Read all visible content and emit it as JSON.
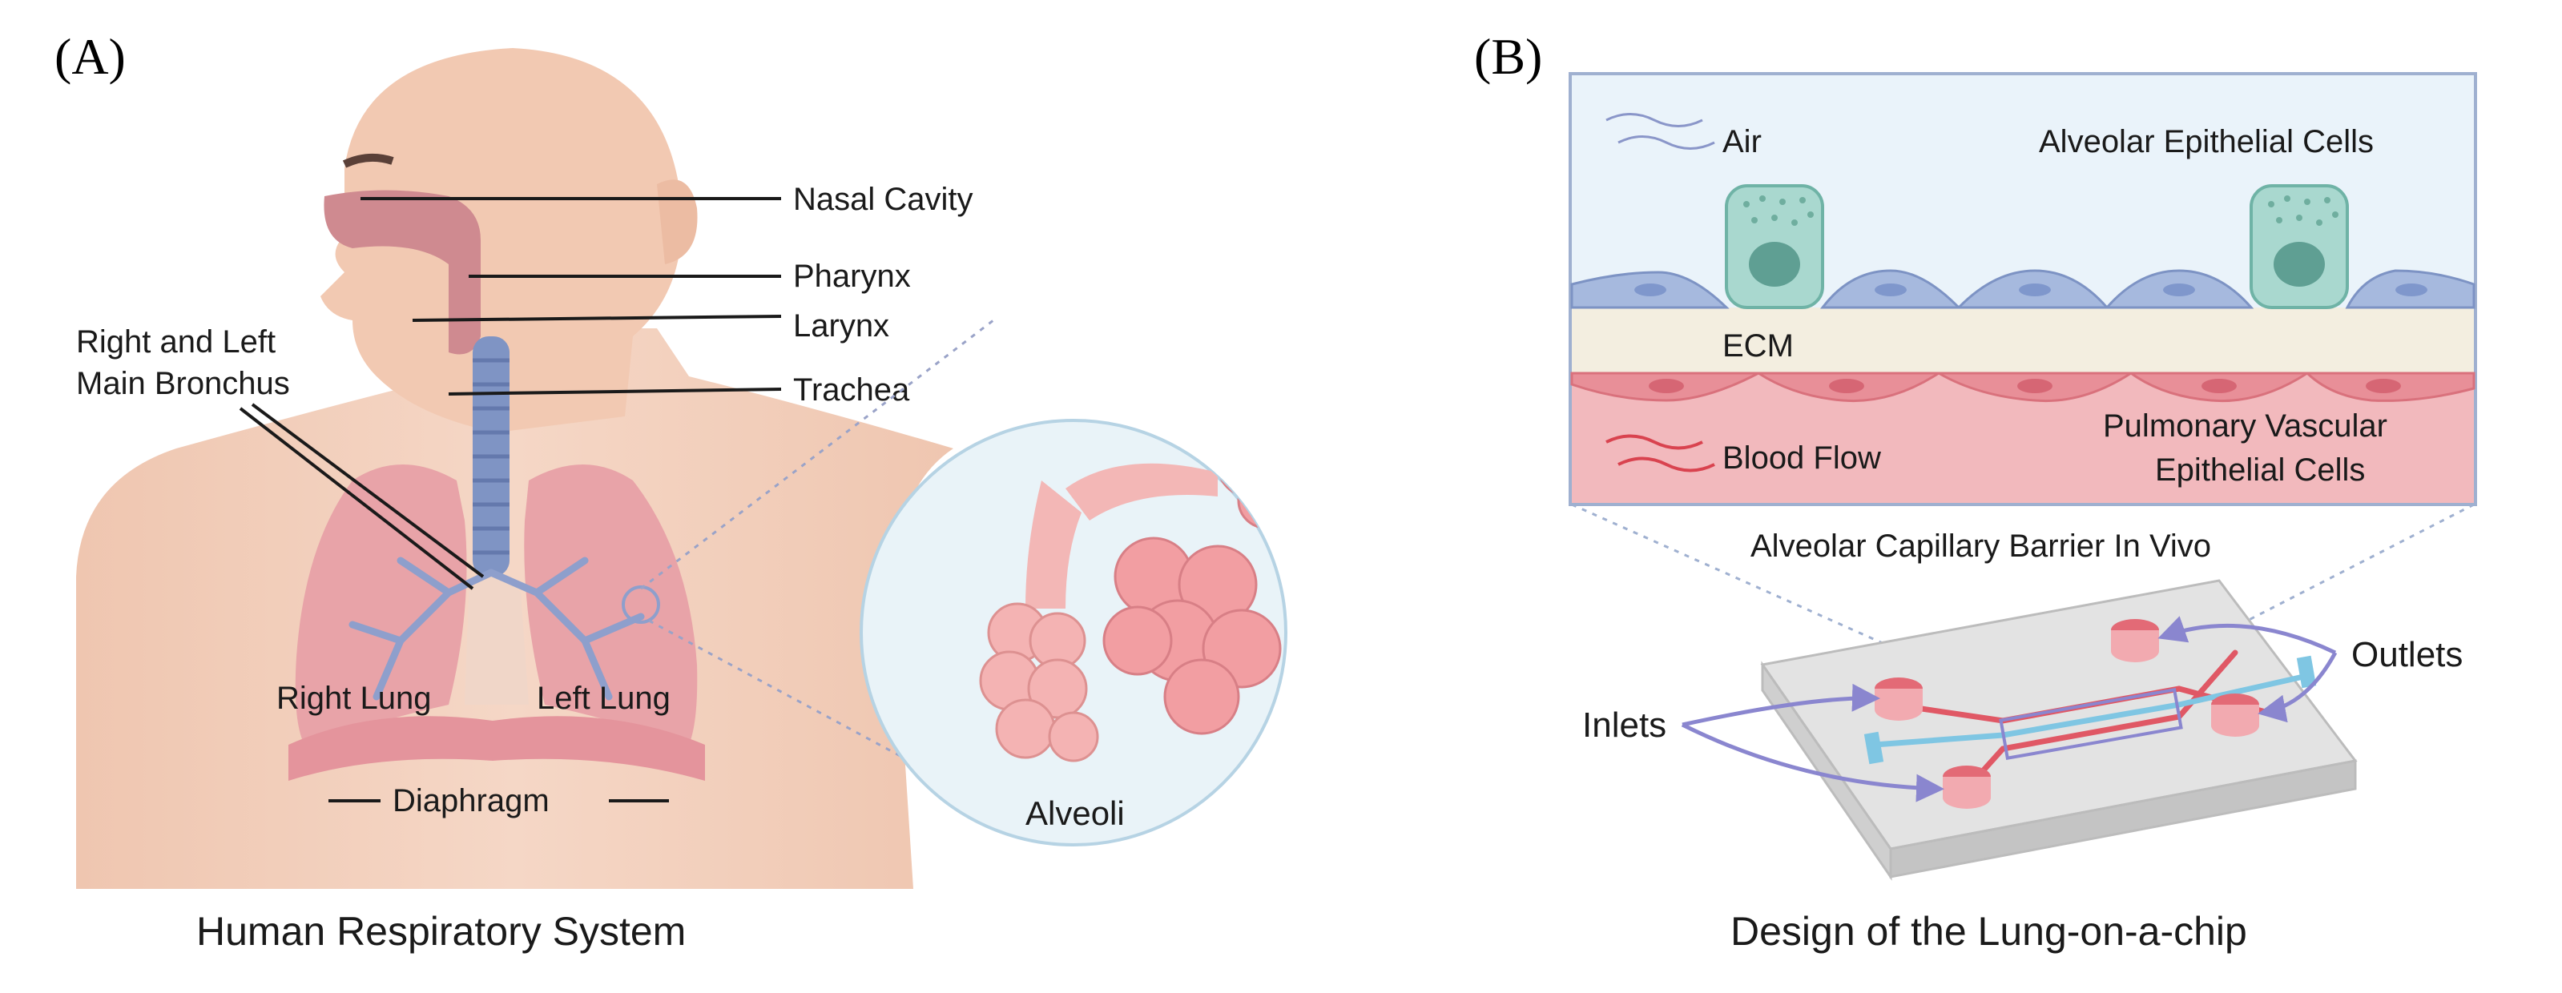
{
  "figure": {
    "panel_a": {
      "letter": "(A)",
      "caption": "Human Respiratory System",
      "labels": {
        "nasal_cavity": "Nasal Cavity",
        "pharynx": "Pharynx",
        "larynx": "Larynx",
        "trachea": "Trachea",
        "bronchus_line1": "Right and Left",
        "bronchus_line2": "Main Bronchus",
        "right_lung": "Right Lung",
        "left_lung": "Left Lung",
        "diaphragm": "Diaphragm",
        "alveoli": "Alveoli"
      }
    },
    "panel_b": {
      "letter": "(B)",
      "caption": "Design of the Lung-on-a-chip",
      "labels": {
        "air": "Air",
        "epithelial": "Alveolar Epithelial Cells",
        "ecm": "ECM",
        "blood_flow": "Blood Flow",
        "vascular_line1": "Pulmonary Vascular",
        "vascular_line2": "Epithelial Cells",
        "barrier": "Alveolar Capillary Barrier In Vivo",
        "inlets": "Inlets",
        "outlets": "Outlets"
      }
    },
    "colors": {
      "skin": "#f2cdb8",
      "lung": "#e8a3a8",
      "airway": "#7f94c4",
      "epithelium": "#a9d8cf",
      "ecm": "#f3eee0",
      "blood": "#f2b9bd",
      "chip": "#d9d9d9"
    }
  }
}
